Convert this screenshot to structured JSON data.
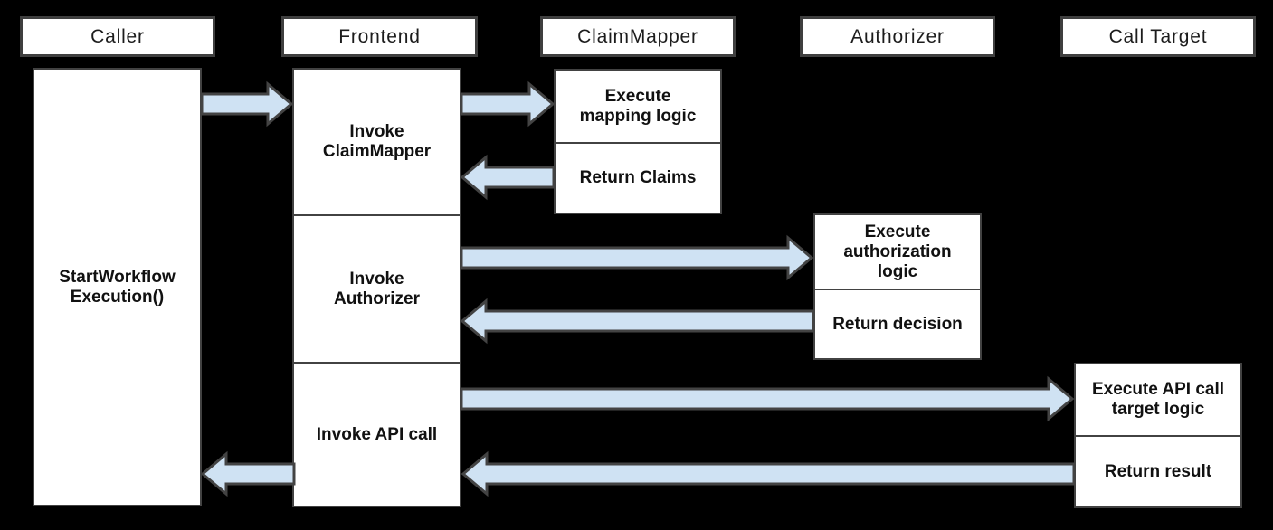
{
  "colors": {
    "background": "#000000",
    "box_fill": "#ffffff",
    "box_border": "#424242",
    "arrow_fill": "#cfe2f3",
    "arrow_stroke": "#434343",
    "text": "#111111"
  },
  "lifelines": [
    {
      "id": "caller",
      "header": "Caller"
    },
    {
      "id": "frontend",
      "header": "Frontend"
    },
    {
      "id": "claimmapper",
      "header": "ClaimMapper"
    },
    {
      "id": "authorizer",
      "header": "Authorizer"
    },
    {
      "id": "calltarget",
      "header": "Call Target"
    }
  ],
  "activations": {
    "caller": {
      "label": "StartWorkflow\nExecution()"
    },
    "frontend": {
      "sections": [
        {
          "label": "Invoke\nClaimMapper"
        },
        {
          "label": "Invoke\nAuthorizer"
        },
        {
          "label": "Invoke API call"
        }
      ]
    },
    "claimmapper": {
      "sections": [
        {
          "label": "Execute\nmapping logic"
        },
        {
          "label": "Return Claims"
        }
      ]
    },
    "authorizer": {
      "sections": [
        {
          "label": "Execute\nauthorization\nlogic"
        },
        {
          "label": "Return decision"
        }
      ]
    },
    "calltarget": {
      "sections": [
        {
          "label": "Execute API call\ntarget logic"
        },
        {
          "label": "Return result"
        }
      ]
    }
  },
  "flow": [
    {
      "from": "Caller",
      "to": "Frontend",
      "direction": "right"
    },
    {
      "from": "Frontend",
      "to": "ClaimMapper",
      "direction": "right"
    },
    {
      "from": "ClaimMapper",
      "to": "Frontend",
      "direction": "left"
    },
    {
      "from": "Frontend",
      "to": "Authorizer",
      "direction": "right"
    },
    {
      "from": "Authorizer",
      "to": "Frontend",
      "direction": "left"
    },
    {
      "from": "Frontend",
      "to": "Call Target",
      "direction": "right"
    },
    {
      "from": "Call Target",
      "to": "Frontend",
      "direction": "left"
    },
    {
      "from": "Frontend",
      "to": "Caller",
      "direction": "left"
    }
  ]
}
